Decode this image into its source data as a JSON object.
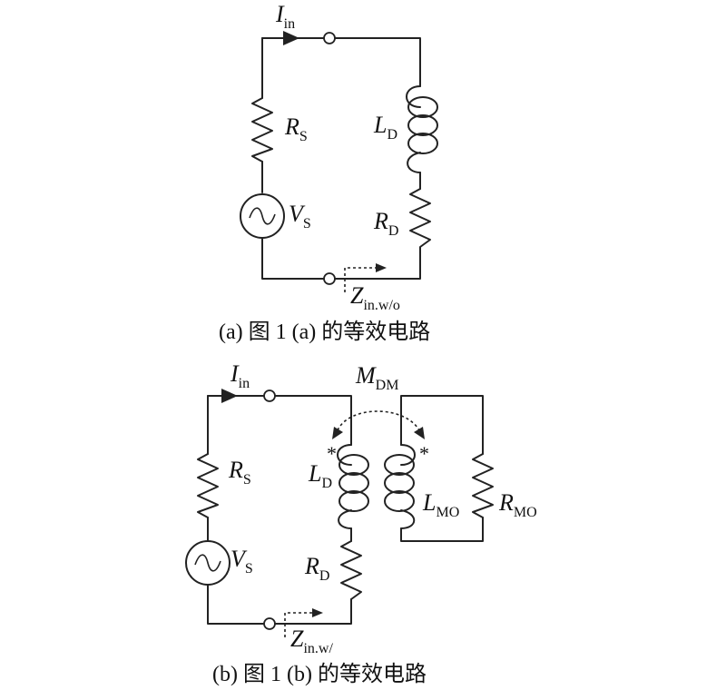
{
  "circuit_a": {
    "current_label": {
      "main": "I",
      "sub": "in"
    },
    "rs_label": {
      "main": "R",
      "sub": "S"
    },
    "vs_label": {
      "main": "V",
      "sub": "S"
    },
    "ld_label": {
      "main": "L",
      "sub": "D"
    },
    "rd_label": {
      "main": "R",
      "sub": "D"
    },
    "z_label": {
      "main": "Z",
      "sub": "in.w/o"
    },
    "caption": "(a) 图 1 (a) 的等效电路"
  },
  "circuit_b": {
    "current_label": {
      "main": "I",
      "sub": "in"
    },
    "mdm_label": {
      "main": "M",
      "sub": "DM"
    },
    "rs_label": {
      "main": "R",
      "sub": "S"
    },
    "vs_label": {
      "main": "V",
      "sub": "S"
    },
    "ld_label": {
      "main": "L",
      "sub": "D"
    },
    "rd_label": {
      "main": "R",
      "sub": "D"
    },
    "lmo_label": {
      "main": "L",
      "sub": "MO"
    },
    "rmo_label": {
      "main": "R",
      "sub": "MO"
    },
    "z_label": {
      "main": "Z",
      "sub": "in.w/"
    },
    "dot_mark": "*",
    "caption": "(b) 图 1 (b) 的等效电路"
  }
}
